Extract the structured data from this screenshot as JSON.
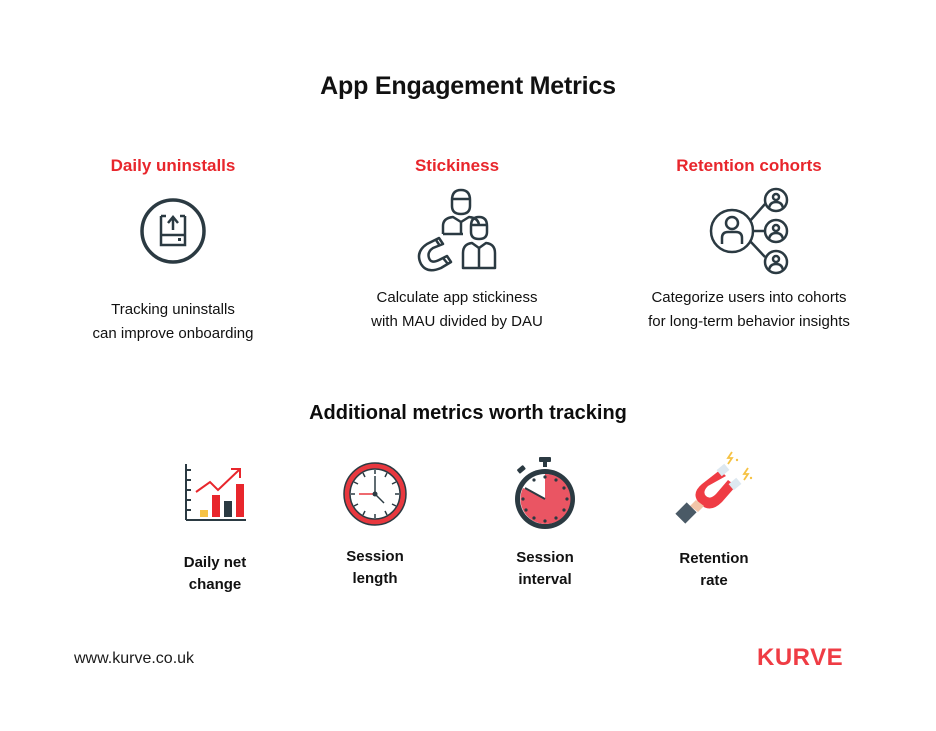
{
  "title": "App Engagement Metrics",
  "columns": [
    {
      "heading": "Daily uninstalls",
      "icon": "uninstall-box-icon",
      "desc_line1": "Tracking uninstalls",
      "desc_line2": "can improve onboarding"
    },
    {
      "heading": "Stickiness",
      "icon": "magnet-users-icon",
      "desc_line1": "Calculate app stickiness",
      "desc_line2": "with MAU divided by DAU"
    },
    {
      "heading": "Retention cohorts",
      "icon": "user-network-icon",
      "desc_line1": "Categorize users into cohorts",
      "desc_line2": "for long-term behavior insights"
    }
  ],
  "additional": {
    "title": "Additional metrics worth tracking",
    "items": [
      {
        "line1": "Daily net",
        "line2": "change",
        "icon": "bar-chart-growth-icon"
      },
      {
        "line1": "Session",
        "line2": "length",
        "icon": "clock-icon"
      },
      {
        "line1": "Session",
        "line2": "interval",
        "icon": "stopwatch-icon"
      },
      {
        "line1": "Retention",
        "line2": "rate",
        "icon": "magnet-hand-icon"
      }
    ]
  },
  "footer": {
    "url": "www.kurve.co.uk",
    "logo": "KURVE"
  },
  "colors": {
    "accent_red": "#e8262c",
    "icon_dark": "#2b3a42",
    "logo_red": "#ef3c44",
    "yellow": "#f6c244"
  }
}
